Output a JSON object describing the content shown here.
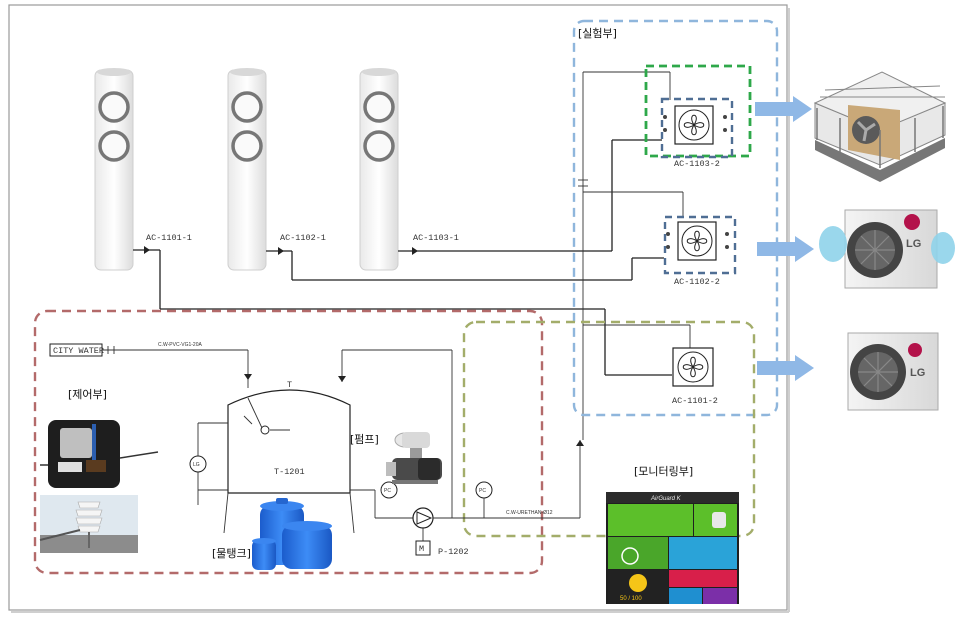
{
  "sections": {
    "experiment": "[실험부]",
    "control": "[제어부]",
    "pump": "[펌프]",
    "monitoring": "[모니터링부]",
    "water_tank": "[물탱크]"
  },
  "equipment": {
    "ac_1101_1": "AC-1101-1",
    "ac_1102_1": "AC-1102-1",
    "ac_1103_1": "AC-1103-1",
    "ac_1101_2": "AC-1101-2",
    "ac_1102_2": "AC-1102-2",
    "ac_1103_2": "AC-1103-2",
    "city_water": "CITY WATER",
    "tank": "T-1201",
    "tank_top": "T",
    "pump": "P-1202",
    "motor": "M",
    "level_gauge": "LG",
    "pressure_1": "PC",
    "pressure_2": "PC",
    "pipe_city": "C.W-PVC-VG1-20A",
    "pipe_main": "C.W-URETHAN-Ø12"
  },
  "outdoor_units": {
    "brand_1": "LG",
    "brand_2": "LG"
  },
  "phone": {
    "app_title": "AirGuard K",
    "score": "50 / 100"
  },
  "colors": {
    "experiment_box": "#8fb6dc",
    "control_box": "#b36a6a",
    "monitor_box": "#a3ad6a",
    "green_box": "#2ea84a",
    "unit_box": "#4f6e94",
    "arrow": "#8fb8e6",
    "tank_blue": "#1f6fe0"
  }
}
